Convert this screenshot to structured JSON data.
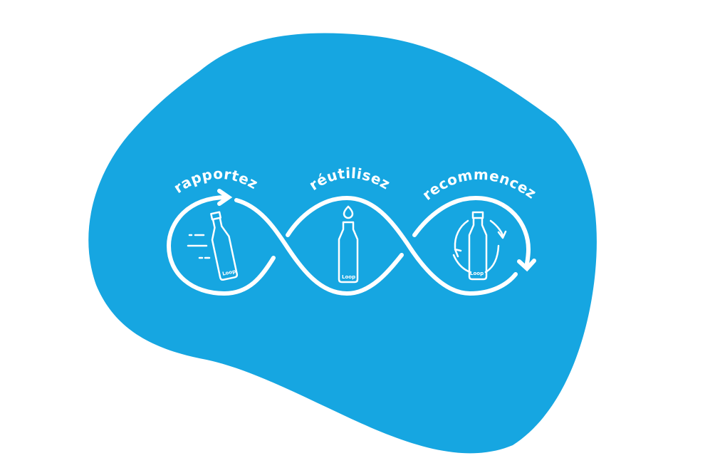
{
  "colors": {
    "blob": "#16a6e1",
    "line": "#ffffff",
    "background": "#ffffff"
  },
  "steps": [
    {
      "label": "rapportez",
      "icon": "moving-bottle-icon"
    },
    {
      "label": "réutilisez",
      "icon": "refill-bottle-icon"
    },
    {
      "label": "recommencez",
      "icon": "recycle-bottle-icon"
    }
  ],
  "bottle_logo": "Loop"
}
